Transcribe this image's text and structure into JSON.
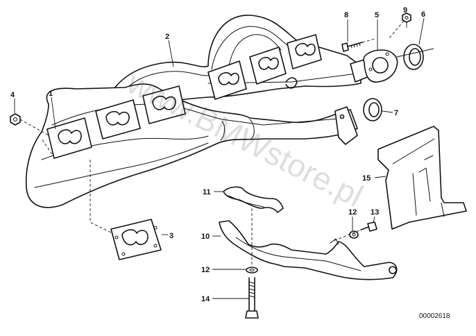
{
  "diagram": {
    "watermark": "www.BMWstore.pl",
    "diagram_number": "00002618",
    "callouts": [
      {
        "id": "c1",
        "label": "1"
      },
      {
        "id": "c2",
        "label": "2"
      },
      {
        "id": "c3",
        "label": "3"
      },
      {
        "id": "c4",
        "label": "4"
      },
      {
        "id": "c5",
        "label": "5"
      },
      {
        "id": "c6",
        "label": "6"
      },
      {
        "id": "c7",
        "label": "7"
      },
      {
        "id": "c8",
        "label": "8"
      },
      {
        "id": "c9",
        "label": "9"
      },
      {
        "id": "c10",
        "label": "10"
      },
      {
        "id": "c11",
        "label": "11"
      },
      {
        "id": "c12a",
        "label": "12"
      },
      {
        "id": "c12b",
        "label": "12"
      },
      {
        "id": "c13",
        "label": "13"
      },
      {
        "id": "c14",
        "label": "14"
      },
      {
        "id": "c15",
        "label": "15"
      }
    ]
  }
}
